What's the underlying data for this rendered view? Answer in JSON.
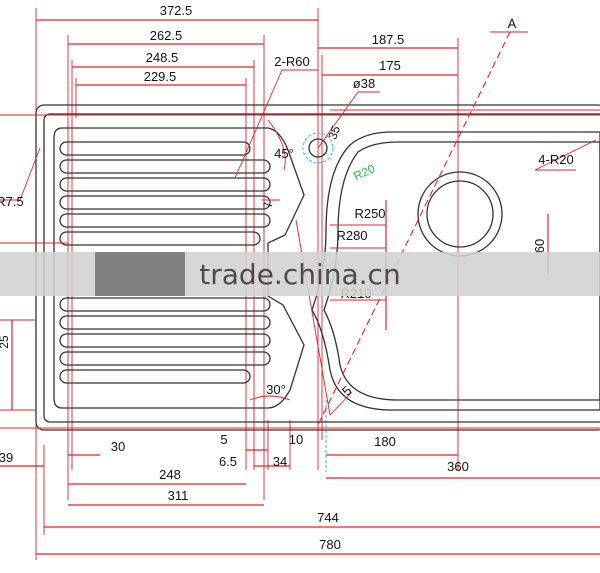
{
  "watermark": "trade.china.cn",
  "colors": {
    "dimension": "#e8202a",
    "outline": "#333333",
    "centerline_marker": "#2ad0e8",
    "text": "#111111"
  },
  "top_dimensions": {
    "d372_5": "372.5",
    "d262_5": "262.5",
    "d248_5": "248.5",
    "d229_5": "229.5",
    "d187_5": "187.5",
    "d175": "175"
  },
  "callouts": {
    "section_a": "A",
    "r60": "2-R60",
    "dia38": "ø38",
    "d35": "35",
    "r20_corner": "4-R20",
    "r20_inner": "R20",
    "r250": "R250",
    "r280": "R280",
    "r210": "R210",
    "d60": "60",
    "r7_5": "R7.5",
    "d25": "25",
    "angle45": "45°",
    "angle30": "30°",
    "d7": "7",
    "d5_diag": "5"
  },
  "bottom_dimensions": {
    "d39": "39",
    "d30": "30",
    "d5": "5",
    "d6_5": "6.5",
    "d34": "34",
    "d10": "10",
    "d180": "180",
    "d360": "360",
    "d248": "248",
    "d311": "311",
    "d744": "744",
    "d780": "780"
  }
}
